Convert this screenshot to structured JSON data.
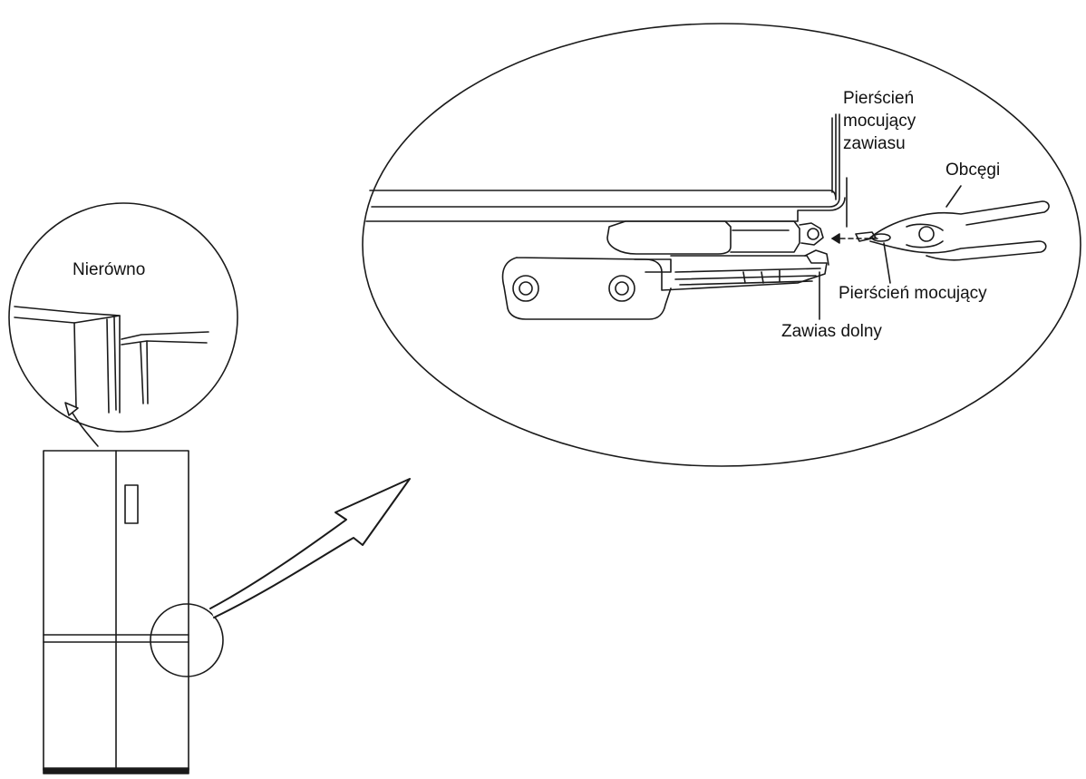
{
  "labels": {
    "uneven": "Nierówno",
    "hinge_ring": [
      "Pierścień",
      "mocujący",
      "zawiasu"
    ],
    "pliers": "Obcęgi",
    "retaining_ring": "Pierścień mocujący",
    "lower_hinge": "Zawias dolny"
  },
  "colors": {
    "line": "#1a1a1a",
    "background": "#ffffff"
  }
}
